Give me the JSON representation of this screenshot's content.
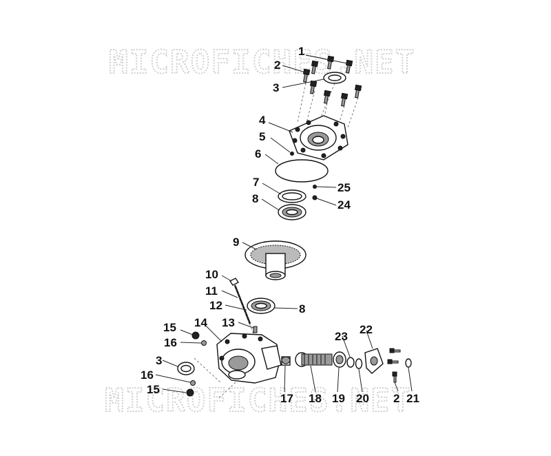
{
  "watermark": "MICROFICHES.NET",
  "callouts": [
    {
      "id": "1",
      "text": "1"
    },
    {
      "id": "2a",
      "text": "2"
    },
    {
      "id": "3a",
      "text": "3"
    },
    {
      "id": "4",
      "text": "4"
    },
    {
      "id": "5",
      "text": "5"
    },
    {
      "id": "6",
      "text": "6"
    },
    {
      "id": "7",
      "text": "7"
    },
    {
      "id": "8a",
      "text": "8"
    },
    {
      "id": "25",
      "text": "25"
    },
    {
      "id": "24",
      "text": "24"
    },
    {
      "id": "9",
      "text": "9"
    },
    {
      "id": "10",
      "text": "10"
    },
    {
      "id": "11",
      "text": "11"
    },
    {
      "id": "12",
      "text": "12"
    },
    {
      "id": "8b",
      "text": "8"
    },
    {
      "id": "13",
      "text": "13"
    },
    {
      "id": "14",
      "text": "14"
    },
    {
      "id": "15a",
      "text": "15"
    },
    {
      "id": "16a",
      "text": "16"
    },
    {
      "id": "3b",
      "text": "3"
    },
    {
      "id": "16b",
      "text": "16"
    },
    {
      "id": "15b",
      "text": "15"
    },
    {
      "id": "22",
      "text": "22"
    },
    {
      "id": "23",
      "text": "23"
    },
    {
      "id": "17",
      "text": "17"
    },
    {
      "id": "18",
      "text": "18"
    },
    {
      "id": "19",
      "text": "19"
    },
    {
      "id": "20",
      "text": "20"
    },
    {
      "id": "2b",
      "text": "2"
    },
    {
      "id": "21",
      "text": "21"
    }
  ]
}
